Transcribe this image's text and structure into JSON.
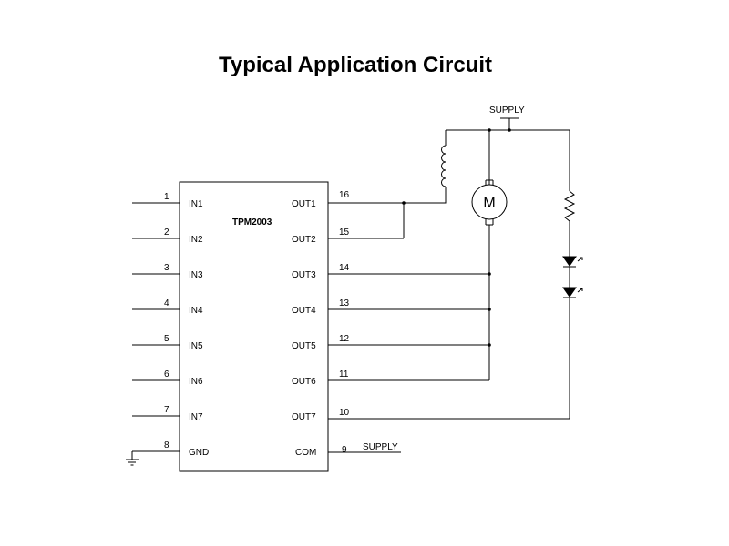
{
  "title": "Typical Application Circuit",
  "chip": {
    "name": "TPM2003",
    "left_pins": [
      {
        "num": "1",
        "label": "IN1"
      },
      {
        "num": "2",
        "label": "IN2"
      },
      {
        "num": "3",
        "label": "IN3"
      },
      {
        "num": "4",
        "label": "IN4"
      },
      {
        "num": "5",
        "label": "IN5"
      },
      {
        "num": "6",
        "label": "IN6"
      },
      {
        "num": "7",
        "label": "IN7"
      },
      {
        "num": "8",
        "label": "GND"
      }
    ],
    "right_pins": [
      {
        "num": "16",
        "label": "OUT1"
      },
      {
        "num": "15",
        "label": "OUT2"
      },
      {
        "num": "14",
        "label": "OUT3"
      },
      {
        "num": "13",
        "label": "OUT4"
      },
      {
        "num": "12",
        "label": "OUT5"
      },
      {
        "num": "11",
        "label": "OUT6"
      },
      {
        "num": "10",
        "label": "OUT7"
      },
      {
        "num": "9",
        "label": "COM"
      }
    ]
  },
  "supply_top": "SUPPLY",
  "supply_com": "SUPPLY",
  "motor_label": "M",
  "icons": [
    "inductor-icon",
    "motor-icon",
    "resistor-icon",
    "led-icon",
    "ground-icon"
  ]
}
